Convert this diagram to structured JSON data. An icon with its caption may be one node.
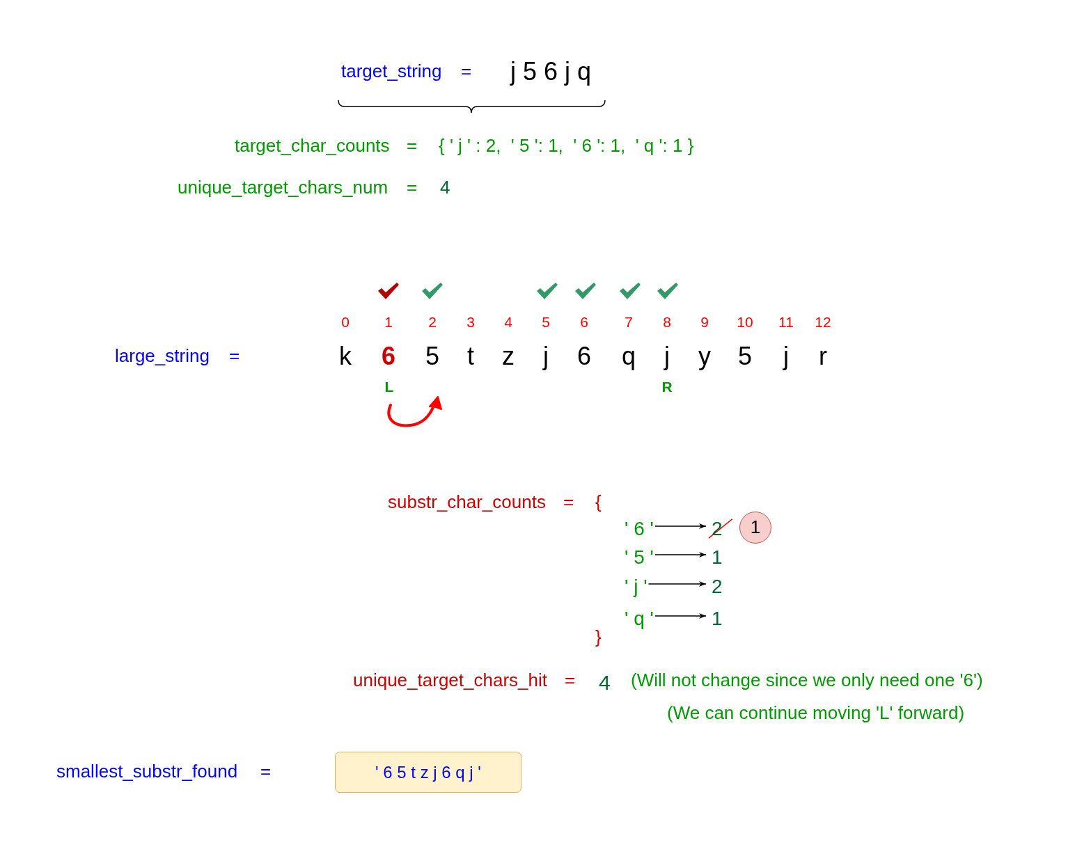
{
  "diagram": {
    "nodes": [
      {
        "text": [
          "' 6 '"
        ]
      },
      {
        "text": [
          "2"
        ]
      },
      {
        "text": [
          "1"
        ]
      },
      {
        "text": [
          "' 5 '"
        ]
      },
      {
        "text": [
          "1"
        ]
      },
      {
        "text": [
          "' j '"
        ]
      },
      {
        "text": [
          "2"
        ]
      },
      {
        "text": [
          "' q '"
        ]
      },
      {
        "text": [
          "1"
        ]
      },
      {
        "text": [
          "' 6 5 t z j 6 q j '"
        ]
      }
    ],
    "edges": [
      {
        "from": 0,
        "to": 1,
        "arrow": "to"
      },
      {
        "from": 3,
        "to": 4,
        "arrow": "to"
      },
      {
        "from": 5,
        "to": 6,
        "arrow": "to"
      },
      {
        "from": 7,
        "to": 8,
        "arrow": "to"
      }
    ],
    "labels": [
      "target_string",
      "=",
      "j 5 6 j q",
      "target_char_counts",
      "=",
      "{ ' j ' : 2,  ' 5 ': 1,  ' 6 ': 1,  ' q ': 1 }",
      "unique_target_chars_num",
      "=",
      "4",
      "0",
      "1",
      "2",
      "3",
      "4",
      "5",
      "6",
      "7",
      "8",
      "9",
      "10",
      "11",
      "12",
      "large_string",
      "=",
      "k",
      "6",
      "5",
      "t",
      "z",
      "j",
      "6",
      "q",
      "j",
      "y",
      "5",
      "j",
      "r",
      "L",
      "R",
      "substr_char_counts",
      "=",
      "{",
      "}",
      "unique_target_chars_hit",
      "=",
      "4",
      "(Will not change since we only need one '6')",
      "(We can continue moving 'L' forward)",
      "smallest_substr_found",
      "="
    ]
  }
}
